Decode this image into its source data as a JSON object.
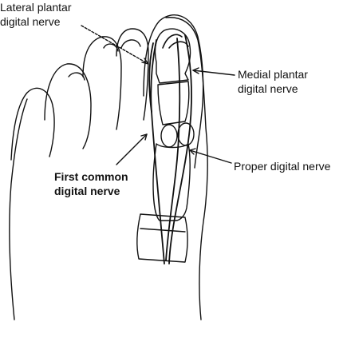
{
  "labels": {
    "lateral_plantar": {
      "line1": "Lateral plantar",
      "line2": "digital nerve"
    },
    "medial_plantar": {
      "line1": "Medial plantar",
      "line2": "digital nerve"
    },
    "proper_digital": {
      "line1": "Proper digital nerve"
    },
    "first_common": {
      "line1": "First common",
      "line2": "digital nerve"
    }
  },
  "colors": {
    "ink": "#111111",
    "background": "#ffffff"
  }
}
